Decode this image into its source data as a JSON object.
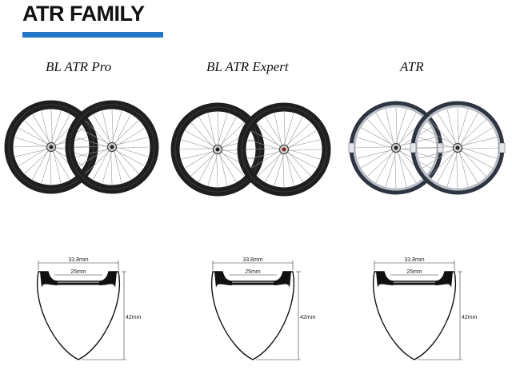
{
  "page": {
    "title": "ATR FAMILY",
    "accent_color": "#2476c8"
  },
  "models": [
    {
      "name": "BL ATR Pro",
      "rim_style": "carbon",
      "outer_width": "33.8mm",
      "inner_width": "25mm",
      "depth": "42mm"
    },
    {
      "name": "BL ATR Expert",
      "rim_style": "carbon",
      "outer_width": "33.8mm",
      "inner_width": "25mm",
      "depth": "42mm"
    },
    {
      "name": "ATR",
      "rim_style": "alloy",
      "outer_width": "33.8mm",
      "inner_width": "25mm",
      "depth": "42mm"
    }
  ]
}
